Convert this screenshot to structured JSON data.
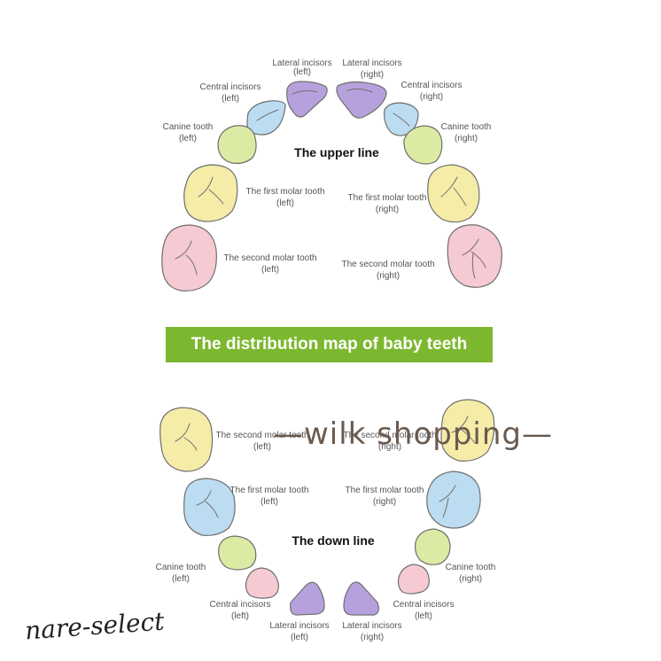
{
  "colors": {
    "purple": "#b7a1dc",
    "blue": "#bcdcf1",
    "green": "#dbeba4",
    "yellow": "#f5eca8",
    "pink": "#f6cad3",
    "banner_green": "#7cb82f",
    "outline": "#6f6f6f"
  },
  "upper": {
    "heading": "The upper line",
    "labels": {
      "lateral_left": [
        "Lateral incisors",
        "(left)"
      ],
      "lateral_right": [
        "Lateral incisors",
        "(right)"
      ],
      "central_left": [
        "Central incisors",
        "(left)"
      ],
      "central_right": [
        "Central incisors",
        "(right)"
      ],
      "canine_left": [
        "Canine tooth",
        "(left)"
      ],
      "canine_right": [
        "Canine tooth",
        "(right)"
      ],
      "first_molar_left": [
        "The first molar tooth",
        "(left)"
      ],
      "first_molar_right": [
        "The first molar tooth",
        "(right)"
      ],
      "second_molar_left": [
        "The second molar tooth",
        "(left)"
      ],
      "second_molar_right": [
        "The second molar tooth",
        "(right)"
      ]
    }
  },
  "banner": "The distribution map of baby teeth",
  "lower": {
    "heading": "The down line",
    "labels": {
      "second_molar_left": [
        "The second molar tooth",
        "(left)"
      ],
      "second_molar_right": [
        "The second molar tooth",
        "(right)"
      ],
      "first_molar_left": [
        "The first molar tooth",
        "(left)"
      ],
      "first_molar_right": [
        "The first molar tooth",
        "(right)"
      ],
      "canine_left": [
        "Canine tooth",
        "(left)"
      ],
      "canine_right": [
        "Canine tooth",
        "(right)"
      ],
      "central_left": [
        "Central incisors",
        "(left)"
      ],
      "central_right": [
        "Central incisors",
        "(left)"
      ],
      "lateral_left": [
        "Lateral incisors",
        "(left)"
      ],
      "lateral_right": [
        "Lateral incisors",
        "(right)"
      ]
    }
  },
  "watermarks": {
    "shop": "—wilk shopping—",
    "signature": "nare-select"
  }
}
